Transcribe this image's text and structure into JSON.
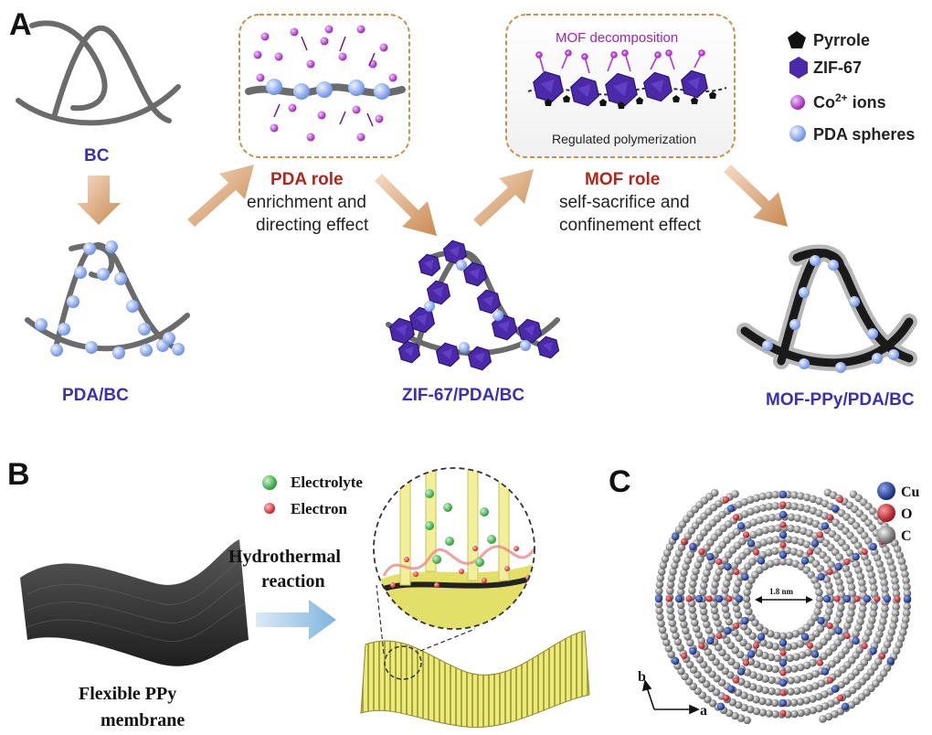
{
  "panel_a": {
    "letter": "A",
    "bc_label": "BC",
    "pda_bc_label": "PDA/BC",
    "zif_label": "ZIF-67/PDA/BC",
    "mof_ppy_label": "MOF-PPy/PDA/BC",
    "pda_role_title": "PDA role",
    "pda_role_line1": "enrichment and",
    "pda_role_line2": "directing effect",
    "mof_role_title": "MOF role",
    "mof_role_line1": "self-sacrifice and",
    "mof_role_line2": "confinement effect",
    "mof_decomposition": "MOF decomposition",
    "regulated_polymerization": "Regulated polymerization",
    "legend": {
      "pyrrole": "Pyrrole",
      "zif67": "ZIF-67",
      "co_ions": "Co",
      "co_sup": "2+",
      "co_suffix": " ions",
      "pda_spheres": "PDA spheres"
    },
    "colors": {
      "label_blue": "#3b2fb5",
      "role_red": "#b0261d",
      "arrow_tan": "#d9a273",
      "box_border": "#c9924a",
      "zif_purple": "#4a2aa8",
      "co_magenta": "#b035c8",
      "pda_blue": "#8fb0f0"
    }
  },
  "panel_b": {
    "letter": "B",
    "electrolyte": "Electrolyte",
    "electron": "Electron",
    "reaction_line1": "Hydrothermal",
    "reaction_line2": "reaction",
    "membrane_line1": "Flexible PPy",
    "membrane_line2": "membrane",
    "colors": {
      "electrolyte_green": "#3cb34a",
      "electron_red": "#d9323a",
      "coating_yellow": "#e6e36a"
    }
  },
  "panel_c": {
    "letter": "C",
    "legend": {
      "cu": "Cu",
      "o": "O",
      "c": "C"
    },
    "pore_size": "1.8 nm",
    "axis_b": "b",
    "axis_a": "a",
    "colors": {
      "cu": "#1f3b8f",
      "o": "#c0202a",
      "c": "#9a9a9a"
    }
  }
}
